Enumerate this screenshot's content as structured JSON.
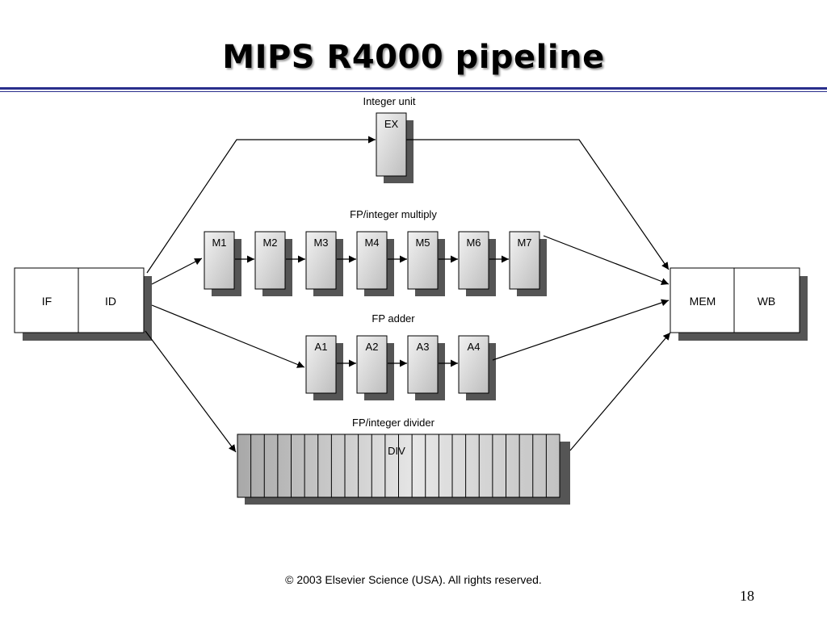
{
  "slide": {
    "title": "MIPS R4000 pipeline",
    "copyright": "© 2003 Elsevier Science (USA). All rights reserved.",
    "page_number": "18"
  },
  "diagram": {
    "decode": {
      "if_label": "IF",
      "id_label": "ID"
    },
    "writeback": {
      "mem_label": "MEM",
      "wb_label": "WB"
    },
    "integer_unit": {
      "heading": "Integer unit",
      "stages": [
        "EX"
      ]
    },
    "multiply_unit": {
      "heading": "FP/integer multiply",
      "stages": [
        "M1",
        "M2",
        "M3",
        "M4",
        "M5",
        "M6",
        "M7"
      ]
    },
    "adder_unit": {
      "heading": "FP adder",
      "stages": [
        "A1",
        "A2",
        "A3",
        "A4"
      ]
    },
    "divider_unit": {
      "heading": "FP/integer divider",
      "label": "DIV"
    }
  }
}
